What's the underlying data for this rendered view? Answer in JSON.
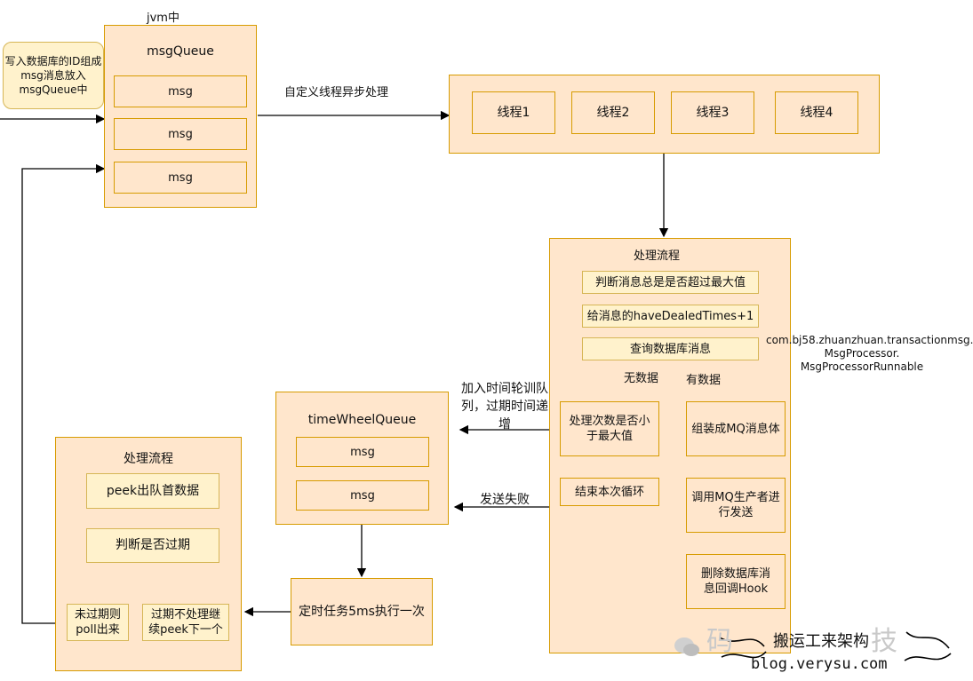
{
  "jvm_label": "jvm中",
  "note_text": "写入数据库的ID组成msg消息放入msgQueue中",
  "msg_queue": {
    "title": "msgQueue",
    "items": [
      "msg",
      "msg",
      "msg"
    ]
  },
  "async_label": "自定义线程异步处理",
  "threads": [
    "线程1",
    "线程2",
    "线程3",
    "线程4"
  ],
  "flow_right": {
    "title": "处理流程",
    "steps": [
      "判断消息总是是否超过最大值",
      "给消息的haveDealedTimes+1",
      "查询数据库消息"
    ],
    "no_data_label": "无数据",
    "has_data_label": "有数据",
    "check_max": "处理次数是否小于最大值",
    "end_loop": "结束本次循环",
    "assemble": "组装成MQ消息体",
    "send": "调用MQ生产者进行发送",
    "delete": "删除数据库消息回调Hook"
  },
  "class_label": [
    "com.bj58.zhuanzhuan.transactionmsg.",
    "MsgProcessor.",
    "MsgProcessorRunnable"
  ],
  "join_wheel_label": "加入时间轮训队列，过期时间递增",
  "send_fail_label": "发送失败",
  "time_wheel": {
    "title": "timeWheelQueue",
    "items": [
      "msg",
      "msg"
    ]
  },
  "timer_task": "定时任务5ms执行一次",
  "flow_left": {
    "title": "处理流程",
    "peek": "peek出队首数据",
    "check_expired": "判断是否过期",
    "not_expired": "未过期则poll出来",
    "expired": "过期不处理继续peek下一个"
  },
  "watermark": {
    "text": "搬运工来架构",
    "url": "blog.verysu.com"
  }
}
